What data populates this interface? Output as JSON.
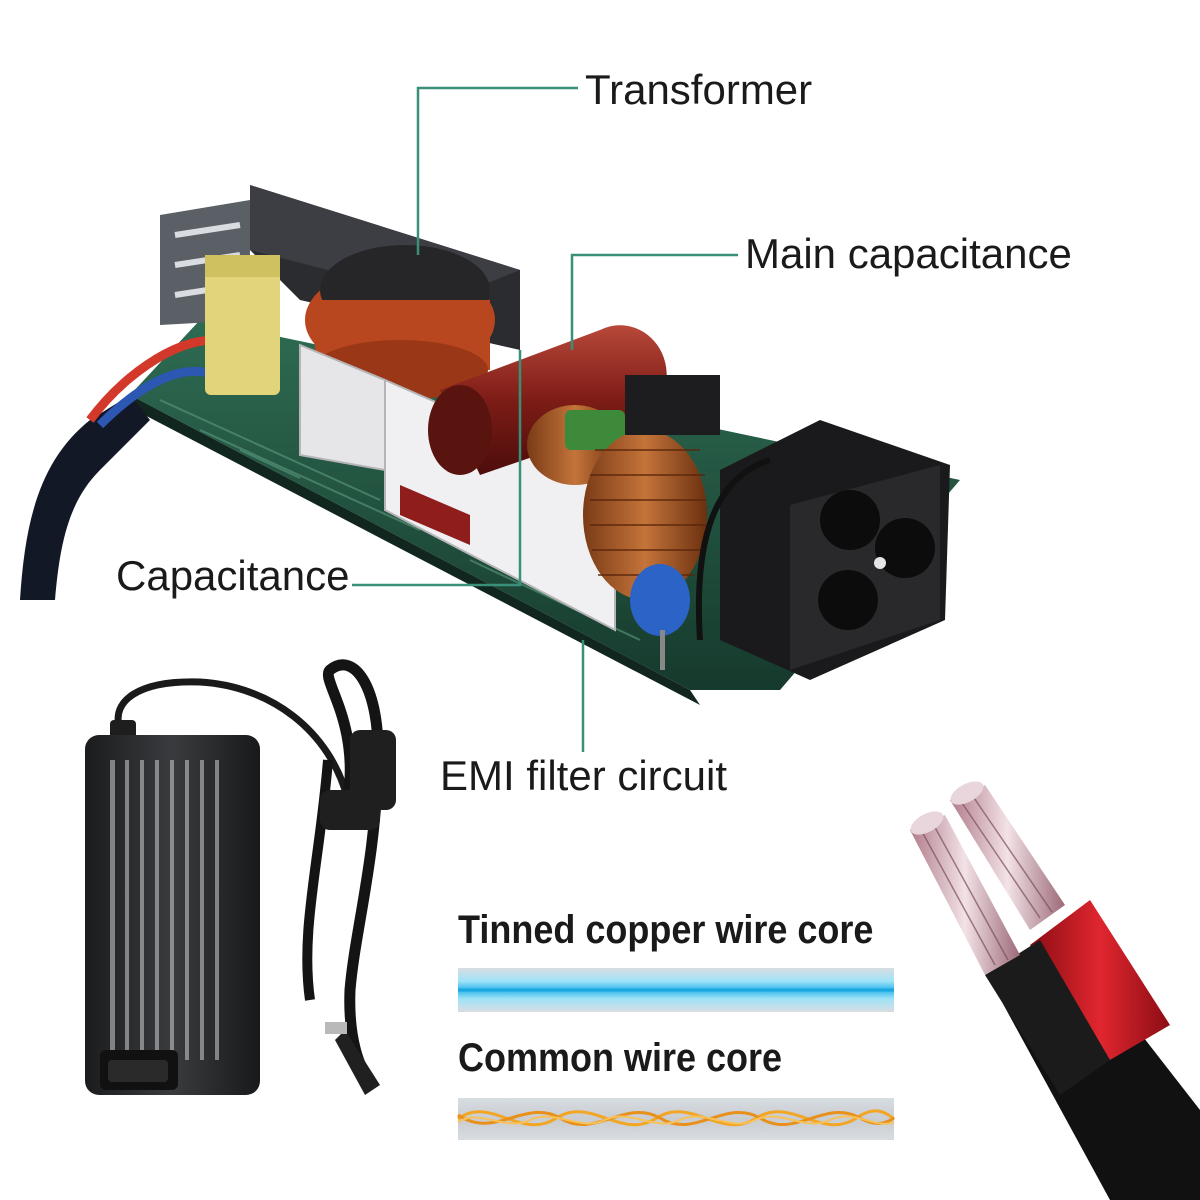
{
  "callouts": {
    "transformer": "Transformer",
    "main_capacitance": "Main capacitance",
    "capacitance": "Capacitance",
    "emi_filter": "EMI filter circuit"
  },
  "wire_comparison": {
    "tinned": "Tinned copper wire core",
    "common": "Common wire core"
  },
  "colors": {
    "leader_line": "#3a8f79",
    "pcb": "#1f4a3a",
    "tinned_wire": "#3ec3ee",
    "common_wire": "#f2a623",
    "cable_red": "#d61f2b"
  }
}
